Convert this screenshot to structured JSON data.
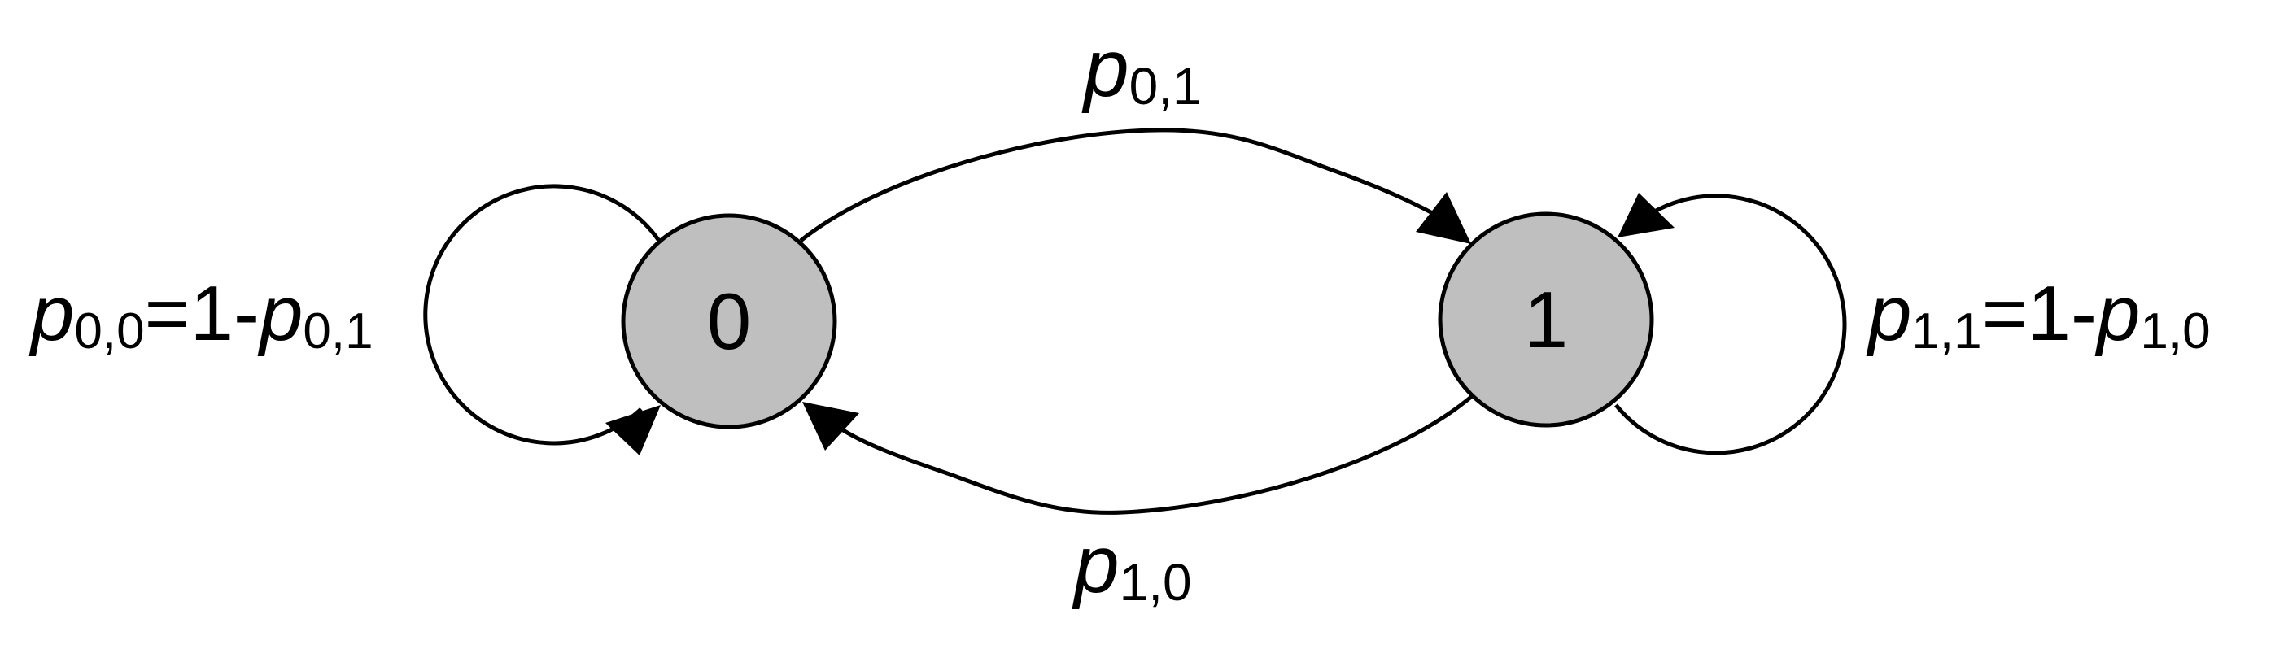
{
  "states": [
    {
      "id": "s0",
      "label": "0"
    },
    {
      "id": "s1",
      "label": "1"
    }
  ],
  "labels": {
    "p01": {
      "base": "p",
      "sub": "0,1"
    },
    "p10": {
      "base": "p",
      "sub": "1,0"
    },
    "p00": {
      "base": "p",
      "sub": "0,0",
      "eq": "=1-",
      "base2": "p",
      "sub2": "0,1"
    },
    "p11": {
      "base": "p",
      "sub": "1,1",
      "eq": "=1-",
      "base2": "p",
      "sub2": "1,0"
    }
  },
  "colors": {
    "state_fill": "#bfbfbf",
    "stroke": "#000000",
    "background": "#ffffff"
  }
}
